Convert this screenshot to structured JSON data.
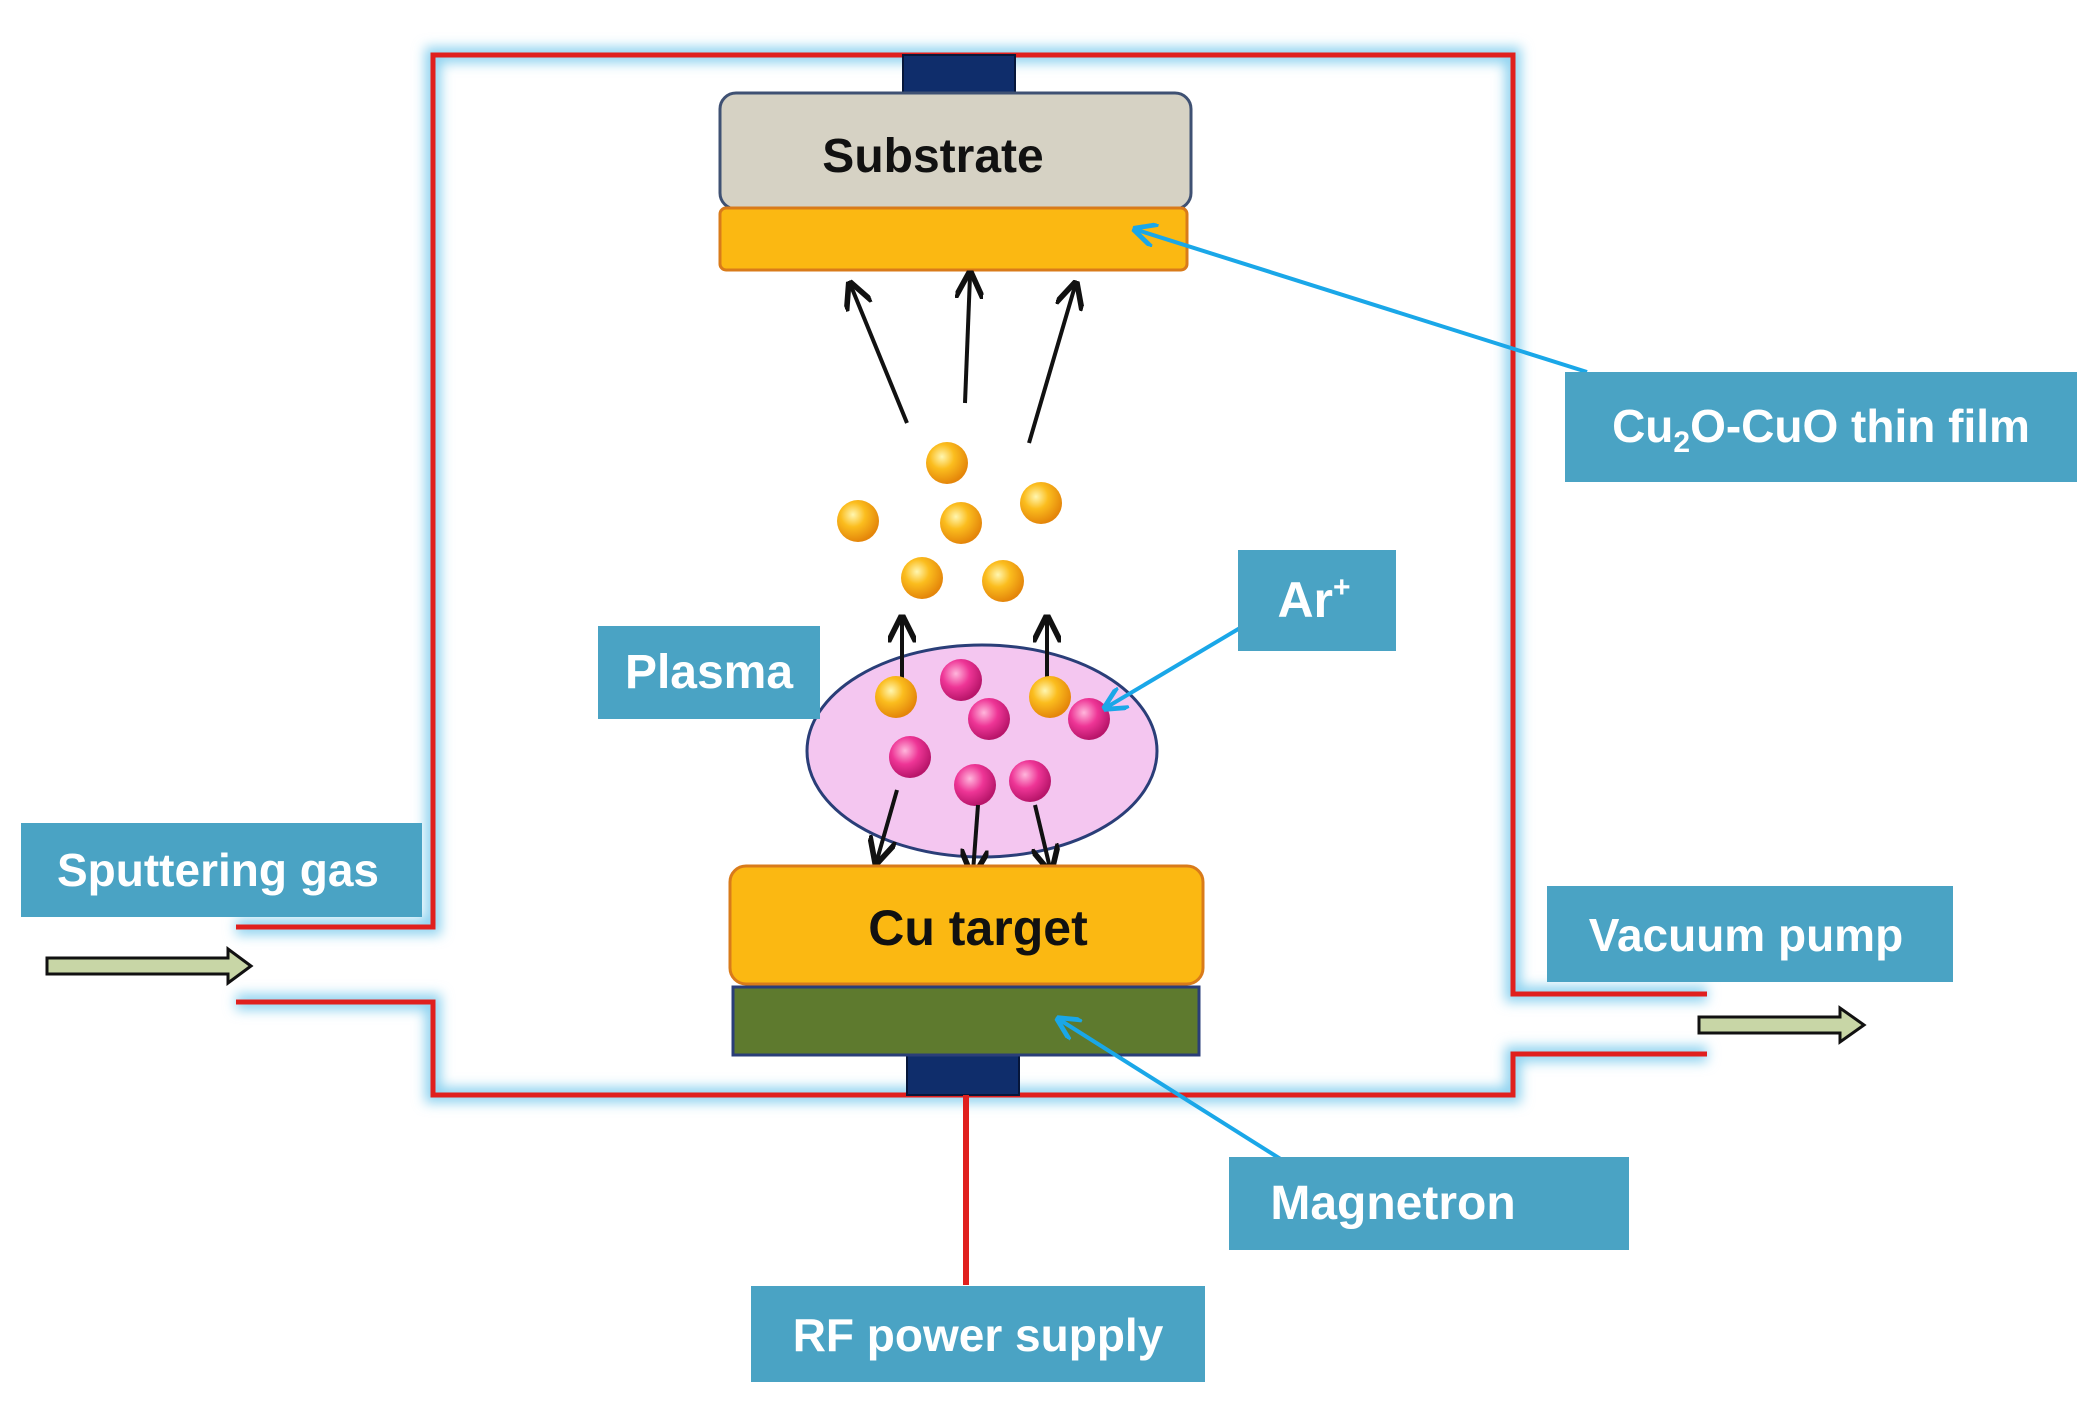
{
  "labels": {
    "substrate": "Substrate",
    "thin_film": "Cu2O-CuO thin film",
    "thin_film_parts": {
      "pre": "Cu",
      "sub": "2",
      "post": "O-CuO thin film"
    },
    "ar_ion": "Ar+",
    "ar_ion_parts": {
      "base": "Ar",
      "sup": "+"
    },
    "plasma": "Plasma",
    "sputtering_gas": "Sputtering gas",
    "cu_target": "Cu target",
    "vacuum_pump": "Vacuum pump",
    "magnetron": "Magnetron",
    "rf_power_supply": "RF power supply"
  },
  "colors": {
    "chamber_wall": "#e0201e",
    "wall_glow": "#8fd3f0",
    "label_box": "#4aa3c4",
    "callout_line": "#1aa7e8",
    "substrate_fill": "#d6d2c4",
    "film_fill": "#fbb812",
    "target_fill": "#fbb812",
    "magnetron_fill": "#5e7a2e",
    "feedthrough": "#0f2d6b",
    "plasma_fill": "#f4c6f0",
    "cu_particle": "#f7a90c",
    "ar_particle": "#e8298a",
    "flow_arrow_fill": "#c8d6a6"
  }
}
